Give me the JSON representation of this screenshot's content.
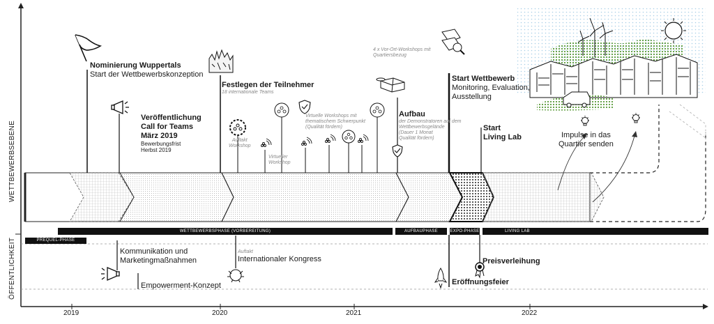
{
  "axes": {
    "left_upper": "WETTBEWERBSEBENE",
    "left_lower": "ÖFFENTLICHKEIT",
    "years": [
      "2019",
      "2020",
      "2021",
      "2022"
    ]
  },
  "phases": [
    "PREQUEL-PHASE",
    "WETTBEWERBSPHASE (VORBEREITUNG)",
    "AUFBAUPHASE",
    "EXPO-PHASE",
    "LIVING LAB"
  ],
  "milestones": {
    "nominierung": {
      "title": "Nominierung Wuppertals",
      "subtitle": "Start der Wettbewerbskonzeption"
    },
    "call": {
      "line1": "Veröffentlichung",
      "line2": "Call for Teams",
      "line3": "März 2019",
      "note1": "Bewerbungsfrist",
      "note2": "Herbst 2019"
    },
    "teilnehmer": {
      "title": "Festlegen der Teilnehmer",
      "note": "18 internationale Teams"
    },
    "auftakt_workshop": {
      "line1": "Auftakt",
      "line2": "Workshop"
    },
    "virtueller_workshop": {
      "line1": "Virtueller",
      "line2": "Workshop"
    },
    "virtuelle_workshops": {
      "line1": "Virtuelle Workshops mit",
      "line2": "thematischem Schwerpunkt",
      "line3": "(Qualität fördern)"
    },
    "vor_ort": {
      "line1": "4 x Vor-Ort-Workshops mit",
      "line2": "Quartiersbezug"
    },
    "aufbau": {
      "title": "Aufbau",
      "line1": "der Demonstratoren auf dem",
      "line2": "Wettbewerbsgelände",
      "line3": "(Dauer 1 Monat",
      "line4": "Qualität fördern)"
    },
    "start_wettbewerb": {
      "title": "Start Wettbewerb",
      "line1": "Monitoring, Evaluation,",
      "line2": "Ausstellung"
    },
    "living_lab": {
      "line1": "Start",
      "line2": "Living Lab"
    },
    "impulse": {
      "line1": "Impulse in das",
      "line2": "Quartier senden"
    }
  },
  "public": {
    "kommunikation": {
      "line1": "Kommunikation und",
      "line2": "Marketingmaßnahmen"
    },
    "empowerment": "Empowerment-Konzept",
    "kongress": {
      "note": "Auftakt",
      "title": "Internationaler Kongress"
    },
    "preisverleihung": "Preisverleihung",
    "eroeffnung": "Eröffnungsfeier"
  }
}
